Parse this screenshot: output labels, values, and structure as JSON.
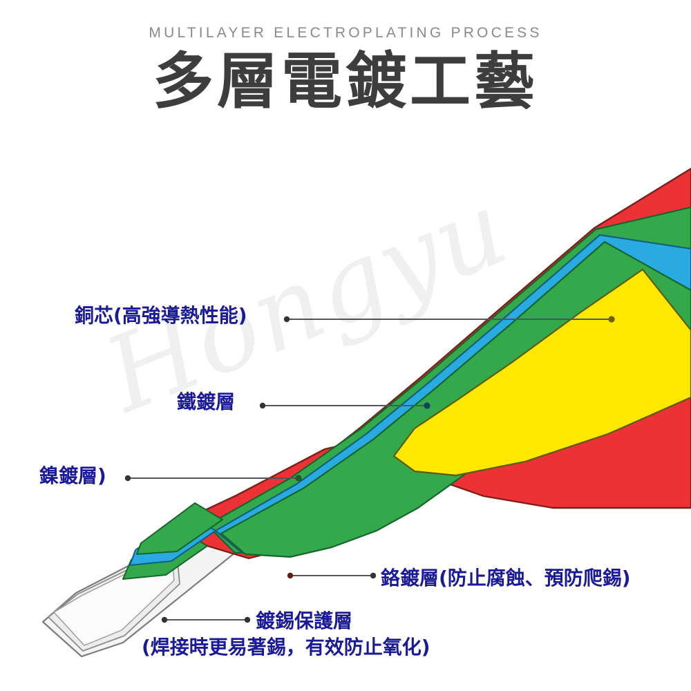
{
  "header": {
    "subtitle": "MULTILAYER ELECTROPLATING PROCESS",
    "title": "多層電鍍工藝",
    "subtitle_color": "#8a8a8a",
    "title_color": "#3d3d3d"
  },
  "watermark": {
    "text": "Hongyu"
  },
  "labels": [
    {
      "id": "copper-core",
      "text": "銅芯(高強導熱性能)",
      "color": "#1a1a96"
    },
    {
      "id": "iron-plating",
      "text": "鐵鍍層",
      "color": "#1a1a96"
    },
    {
      "id": "nickel-plating",
      "text": "鎳鍍層)",
      "color": "#1a1a96"
    },
    {
      "id": "chrome-plating",
      "text": "鉻鍍層(防止腐蝕、預防爬錫)",
      "color": "#1a1a96"
    },
    {
      "id": "tin-plating",
      "text": "鍍錫保護層",
      "color": "#1a1a96"
    },
    {
      "id": "tin-plating-sub",
      "text": "(焊接時更易著錫，有效防止氧化)",
      "color": "#1a1a96"
    }
  ],
  "diagram": {
    "name": "soldering-iron-tip-cross-section",
    "layers": [
      {
        "name": "chrome-plating-layer",
        "color": "#ED3237",
        "stroke": "#7a2118"
      },
      {
        "name": "nickel-plating-layer",
        "color": "#33A94B",
        "stroke": "#17652c"
      },
      {
        "name": "iron-plating-layer",
        "color": "#29ABE2",
        "stroke": "#12607f"
      },
      {
        "name": "inner-green-layer",
        "color": "#33A94B",
        "stroke": "#17652c"
      },
      {
        "name": "copper-core-layer",
        "color": "#FFE800",
        "stroke": "#5f5a00"
      },
      {
        "name": "tin-plating-tip",
        "color": "#F2F2F2",
        "stroke": "#7c7c7c"
      }
    ],
    "leader_color": "#555555",
    "leader_dot_color": "#333333"
  },
  "palette": {
    "background": "#ffffff",
    "label_blue": "#1a1a96",
    "red": "#ED3237",
    "green": "#33A94B",
    "blue": "#29ABE2",
    "yellow": "#FFE800",
    "gray_tip": "#F2F2F2"
  }
}
